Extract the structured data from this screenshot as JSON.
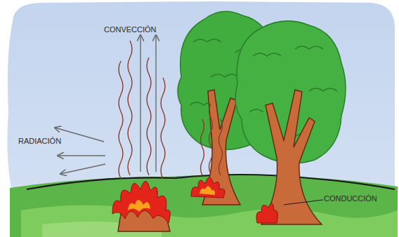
{
  "diagram": {
    "labels": [
      "CONVECCIÓN",
      "RADIACIÓN",
      "CONDUCCIÓN"
    ]
  }
}
